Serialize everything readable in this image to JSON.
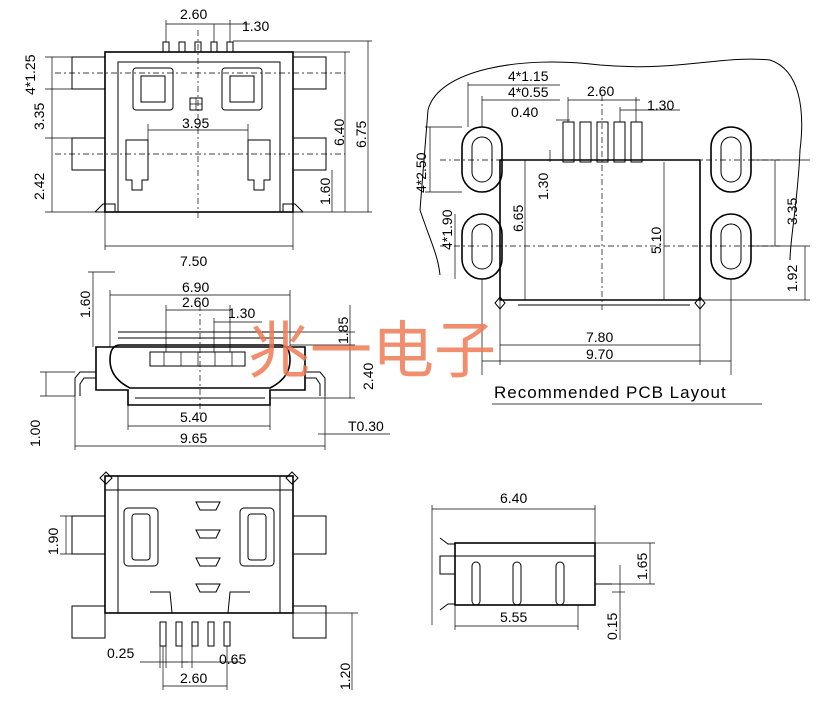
{
  "top_view": {
    "dims": [
      "2.60",
      "1.30",
      "4*1.25",
      "3.35",
      "2.42",
      "3.95",
      "6.40",
      "6.75",
      "1.60",
      "7.50"
    ]
  },
  "pcb_layout": {
    "dims": [
      "4*1.15",
      "4*0.55",
      "2.60",
      "0.40",
      "1.30",
      "4*2.50",
      "4*1.90",
      "6.65",
      "1.30",
      "5.10",
      "3.35",
      "1.92",
      "7.80",
      "9.70"
    ],
    "caption": "Recommended PCB Layout"
  },
  "front_view": {
    "dims": [
      "1.60",
      "6.90",
      "2.60",
      "1.30",
      "1.85",
      "2.40",
      "5.40",
      "1.00",
      "9.65",
      "T0.30"
    ]
  },
  "bottom_view": {
    "dims": [
      "1.90",
      "0.25",
      "0.65",
      "2.60",
      "1.20"
    ]
  },
  "side_view": {
    "dims": [
      "6.40",
      "1.65",
      "5.55",
      "0.15"
    ]
  },
  "watermark": "兆一电子"
}
